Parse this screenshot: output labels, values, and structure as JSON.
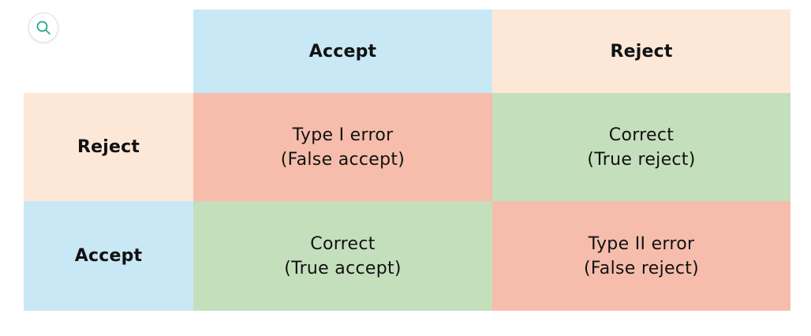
{
  "colors": {
    "accept_header": "#c9e8f5",
    "reject_header": "#fde8d8",
    "error_cell": "#f6bdac",
    "correct_cell": "#c4dfbc",
    "zoom_icon": "#2aa98b"
  },
  "zoom": {
    "icon": "magnifier-icon"
  },
  "matrix": {
    "col_headers": [
      "Accept",
      "Reject"
    ],
    "row_headers": [
      "Reject",
      "Accept"
    ],
    "cells": [
      [
        {
          "line1": "Type I error",
          "line2": "(False accept)",
          "kind": "error"
        },
        {
          "line1": "Correct",
          "line2": "(True reject)",
          "kind": "correct"
        }
      ],
      [
        {
          "line1": "Correct",
          "line2": "(True accept)",
          "kind": "correct"
        },
        {
          "line1": "Type II error",
          "line2": "(False reject)",
          "kind": "error"
        }
      ]
    ]
  }
}
